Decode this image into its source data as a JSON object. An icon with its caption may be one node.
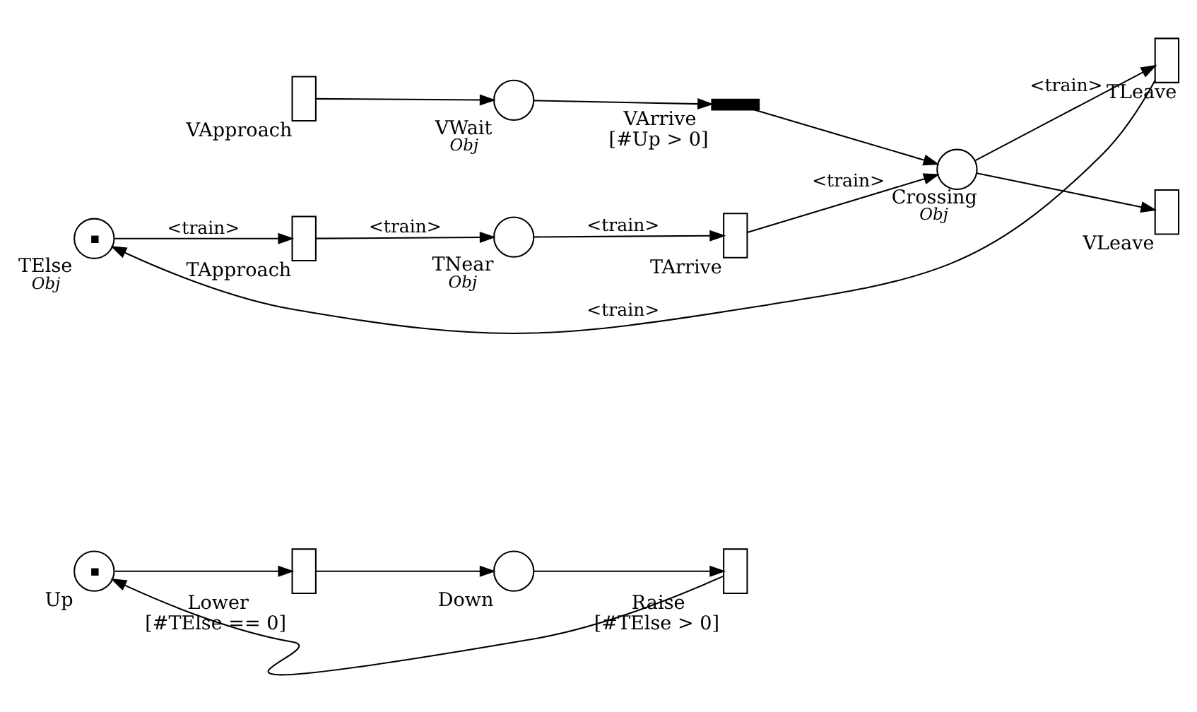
{
  "diagram": {
    "nodes": [
      {
        "text": [
          "Up"
        ]
      },
      {
        "text": [
          "Lower",
          "[#TElse == 0]"
        ]
      },
      {
        "text": [
          "Down"
        ]
      },
      {
        "text": [
          "Raise",
          "[#TElse > 0]"
        ]
      },
      {
        "text": [
          "VApproach"
        ]
      },
      {
        "text": [
          "VWait",
          "Obj"
        ]
      },
      {
        "text": [
          "VArrive",
          "[#Up > 0]"
        ]
      },
      {
        "text": [
          "TElse",
          "Obj"
        ]
      },
      {
        "text": [
          "TApproach"
        ]
      },
      {
        "text": [
          "TNear",
          "Obj"
        ]
      },
      {
        "text": [
          "TArrive"
        ]
      },
      {
        "text": [
          "Crossing",
          "Obj"
        ]
      },
      {
        "text": [
          "TLeave"
        ]
      },
      {
        "text": [
          "VLeave"
        ]
      }
    ],
    "edges": [
      {
        "from": 0,
        "to": 1,
        "arrow": "to"
      },
      {
        "from": 1,
        "to": 2,
        "arrow": "to"
      },
      {
        "from": 2,
        "to": 3,
        "arrow": "to"
      },
      {
        "from": 3,
        "to": 0,
        "arrow": "to"
      },
      {
        "from": 4,
        "to": 5,
        "arrow": "to"
      },
      {
        "from": 5,
        "to": 6,
        "arrow": "to"
      },
      {
        "from": 6,
        "to": 11,
        "arrow": "to"
      },
      {
        "from": 7,
        "to": 8,
        "arrow": "to",
        "label": "<train>"
      },
      {
        "from": 8,
        "to": 9,
        "arrow": "to",
        "label": "<train>"
      },
      {
        "from": 9,
        "to": 10,
        "arrow": "to",
        "label": "<train>"
      },
      {
        "from": 10,
        "to": 11,
        "arrow": "to",
        "label": "<train>"
      },
      {
        "from": 11,
        "to": 12,
        "arrow": "to",
        "label": "<train>"
      },
      {
        "from": 12,
        "to": 7,
        "arrow": "to",
        "label": "<train>"
      },
      {
        "from": 11,
        "to": 13,
        "arrow": "to"
      }
    ]
  }
}
